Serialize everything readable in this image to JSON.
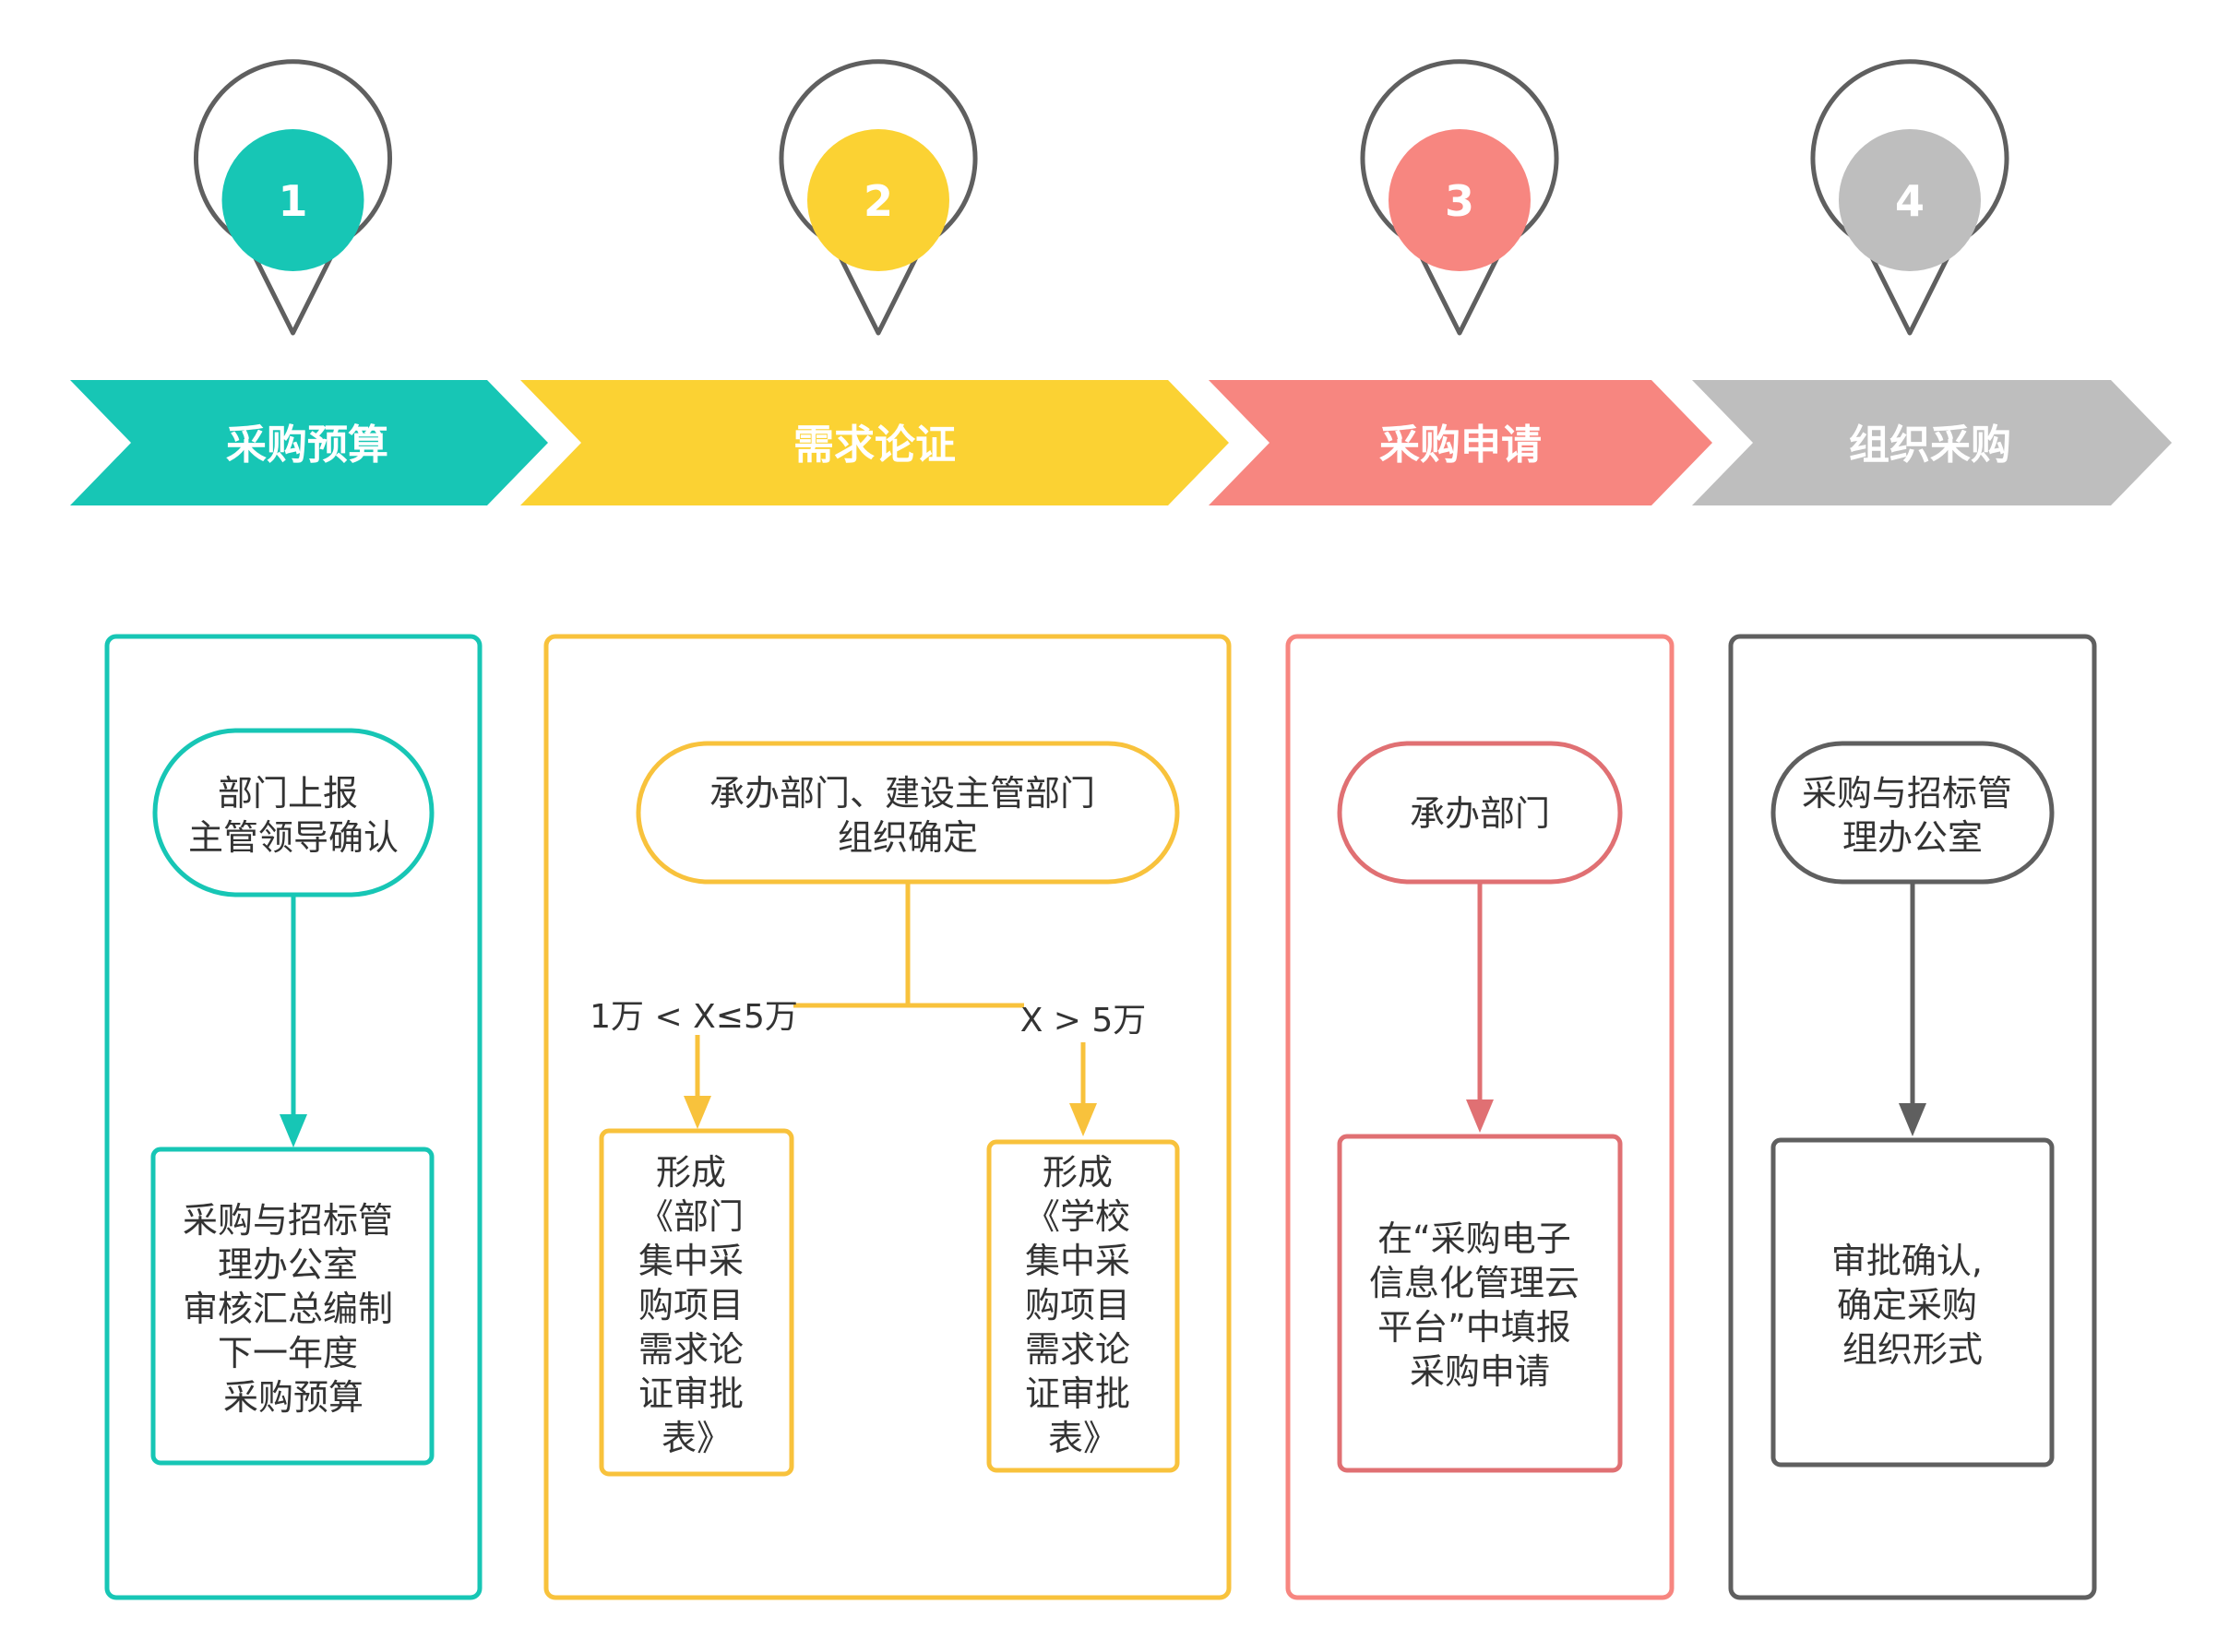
{
  "colors": {
    "teal": "#17C6B5",
    "yellow": "#FBD233",
    "coral": "#F78680",
    "gray": "#BEBEBE",
    "line_yellow": "#F8C23C",
    "line_coral": "#E07073",
    "line_gray": "#5F5F5F",
    "pin_outline": "#5F5F5F",
    "text": "#333333",
    "white": "#FFFFFF"
  },
  "steps": [
    {
      "number": "1",
      "title": "采购预算"
    },
    {
      "number": "2",
      "title": "需求论证"
    },
    {
      "number": "3",
      "title": "采购申请"
    },
    {
      "number": "4",
      "title": "组织采购"
    }
  ],
  "panels": {
    "budget": {
      "top_lines": [
        "部门上报",
        "主管领导确认"
      ],
      "bottom_lines": [
        "采购与招标管",
        "理办公室",
        "审核汇总编制",
        "下一年度",
        "采购预算"
      ]
    },
    "demand": {
      "top_lines": [
        "承办部门、建设主管部门",
        "组织确定"
      ],
      "left_condition": "1万 < X≤5万",
      "right_condition": "X > 5万",
      "left_lines": [
        "形成",
        "《部门",
        "集中采",
        "购项目",
        "需求论",
        "证审批",
        "表》"
      ],
      "right_lines": [
        "形成",
        "《学校",
        "集中采",
        "购项目",
        "需求论",
        "证审批",
        "表》"
      ]
    },
    "apply": {
      "top_lines": [
        "承办部门"
      ],
      "bottom_lines": [
        "在“采购电子",
        "信息化管理云",
        "平台”中填报",
        "采购申请"
      ]
    },
    "organize": {
      "top_lines": [
        "采购与招标管",
        "理办公室"
      ],
      "bottom_lines": [
        "审批确认,",
        "确定采购",
        "组织形式"
      ]
    }
  }
}
